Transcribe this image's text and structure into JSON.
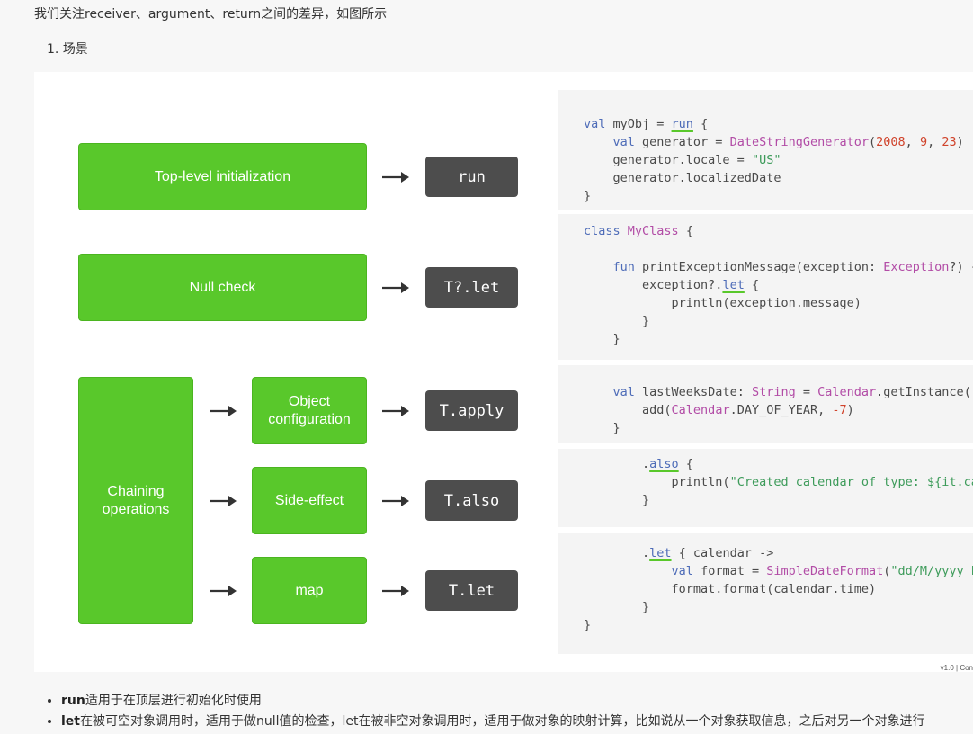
{
  "intro": "我们关注receiver、argument、return之间的差异，如图所示",
  "section": {
    "number": "1.",
    "title": "场景"
  },
  "diagram": {
    "top_level": "Top-level initialization",
    "null_check": "Null check",
    "chaining": "Chaining operations",
    "object_config": "Object configuration",
    "side_effect": "Side-effect",
    "map": "map",
    "run": "run",
    "let_nullable": "T?.let",
    "apply": "T.apply",
    "also": "T.also",
    "let": "T.let",
    "version": "v1.0 | Con"
  },
  "code": {
    "block1": [
      "val myObj = run {",
      "    val generator = DateStringGenerator(2008, 9, 23)",
      "    generator.locale = \"US\"",
      "    generator.localizedDate",
      "}"
    ],
    "block2": [
      "class MyClass {",
      "",
      "    fun printExceptionMessage(exception: Exception?) {",
      "        exception?.let {",
      "            println(exception.message)",
      "        }",
      "    }"
    ],
    "block3": [
      "    val lastWeeksDate: String = Calendar.getInstance()",
      "        add(Calendar.DAY_OF_YEAR, -7)",
      "    }"
    ],
    "block4": [
      "        .also {",
      "            println(\"Created calendar of type: ${it.ca",
      "        }"
    ],
    "block5": [
      "        .let { calendar ->",
      "            val format = SimpleDateFormat(\"dd/M/yyyy h",
      "            format.format(calendar.time)",
      "        }",
      "}"
    ]
  },
  "notes": [
    {
      "term": "run",
      "text": "适用于在顶层进行初始化时使用"
    },
    {
      "term": "let",
      "text": "在被可空对象调用时，适用于做null值的检查，let在被非空对象调用时，适用于做对象的映射计算，比如说从一个对象获取信息，之后对另一个对象进行"
    }
  ],
  "colors": {
    "green": "#59c82b",
    "dark": "#4d4d4d",
    "keyword": "#4e6cb8",
    "type": "#b24ca6",
    "string": "#3d9b5a",
    "number": "#d0432b"
  }
}
